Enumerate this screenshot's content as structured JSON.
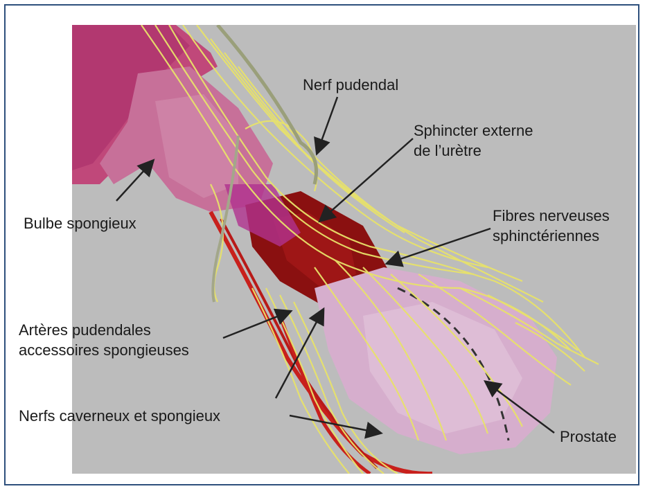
{
  "figure": {
    "labels": {
      "nerf_pudendal": "Nerf pudendal",
      "sphincter_line1": "Sphincter externe",
      "sphincter_line2": "de l’urètre",
      "bulbe": "Bulbe spongieux",
      "fibres_line1": "Fibres nerveuses",
      "fibres_line2": "sphinctériennes",
      "arteres_line1": "Artères pudendales",
      "arteres_line2": "accessoires spongieuses",
      "nerfs_caverneux": "Nerfs caverneux et spongieux",
      "prostate": "Prostate"
    },
    "colors": {
      "frame_border": "#2d4f7c",
      "background": "#b9b9b9",
      "nerves": "#e8e26a",
      "arteries": "#c8201c",
      "bulb_tissue": "#c4608f",
      "sphincter": "#8a1010",
      "prostate": "#d9b3cf"
    }
  }
}
